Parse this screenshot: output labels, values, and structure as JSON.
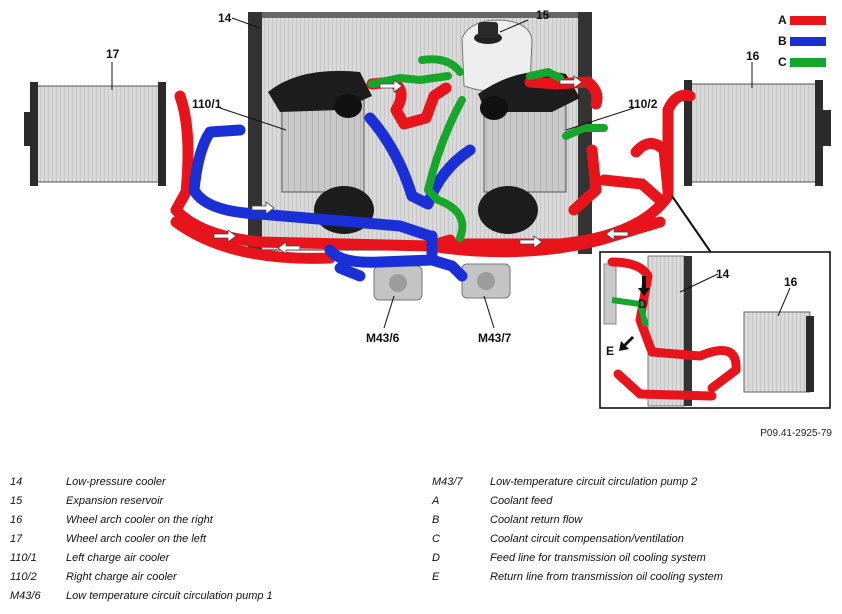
{
  "diagram": {
    "callouts": {
      "c14": "14",
      "c15": "15",
      "c16": "16",
      "c17": "17",
      "c110_1": "110/1",
      "c110_2": "110/2",
      "cM43_6": "M43/6",
      "cM43_7": "M43/7",
      "inset14": "14",
      "inset16": "16",
      "insetD": "D",
      "insetE": "E"
    },
    "legend": [
      {
        "letter": "A",
        "color": "#e8141c"
      },
      {
        "letter": "B",
        "color": "#1b2fd6"
      },
      {
        "letter": "C",
        "color": "#17a62c"
      }
    ],
    "colors": {
      "feed": "#e8141c",
      "return": "#1b2fd6",
      "ventilation": "#17a62c"
    },
    "doc_id": "P09.41-2925-79"
  },
  "key": {
    "left": [
      {
        "code": "14",
        "text": "Low-pressure cooler"
      },
      {
        "code": "15",
        "text": "Expansion reservoir"
      },
      {
        "code": "16",
        "text": "Wheel arch cooler on the right"
      },
      {
        "code": "17",
        "text": "Wheel arch cooler on the left"
      },
      {
        "code": "110/1",
        "text": "Left charge air cooler"
      },
      {
        "code": "110/2",
        "text": "Right charge air cooler"
      },
      {
        "code": "M43/6",
        "text": "Low temperature circuit circulation pump 1"
      }
    ],
    "right": [
      {
        "code": "M43/7",
        "text": "Low-temperature circuit circulation pump 2"
      },
      {
        "code": "A",
        "text": "Coolant feed"
      },
      {
        "code": "B",
        "text": "Coolant return flow"
      },
      {
        "code": "C",
        "text": "Coolant circuit compensation/ventilation"
      },
      {
        "code": "D",
        "text": "Feed line for transmission oil cooling system"
      },
      {
        "code": "E",
        "text": "Return line from transmission oil cooling system"
      }
    ]
  }
}
